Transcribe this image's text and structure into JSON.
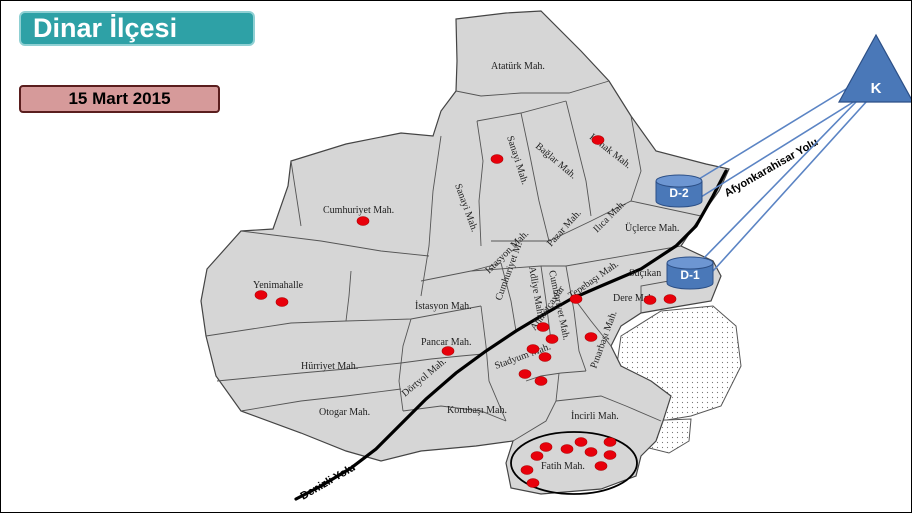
{
  "title": "Dinar İlçesi",
  "date": "15 Mart 2015",
  "neighborhoods": [
    "Atatürk Mah.",
    "Konak Mah.",
    "Sanayi Mah.",
    "Bağlar Mah.",
    "Sanayi Mah.",
    "Cumhuriyet Mah.",
    "Pazar Mah.",
    "Ilıca Mah.",
    "Üçlerce Mah.",
    "Yenimahalle",
    "Istasyon Mah.",
    "Adliye Mah.",
    "Cumhuriyet Mah.",
    "Tepebaşı Mah.",
    "Suçıkan",
    "Dere Mah.",
    "İstasyon Mah.",
    "Pancar Mah.",
    "Hürriyet Mah.",
    "Dörtyol Mah.",
    "Stadyum Mah.",
    "Pınarbaşı Mah.",
    "Otogar Mah.",
    "Korubaşı Mah.",
    "İncirli Mah.",
    "Fatih Mah.",
    "Ahmetçavlar",
    "Cumhuriyet M."
  ],
  "roads": {
    "afyon": "Afyonkarahisar Yolu",
    "denizli": "Denizli Yolu"
  },
  "tanks": [
    "D-1",
    "D-2"
  ],
  "source_label": "K",
  "colors": {
    "district_fill": "#d6d6d6",
    "title_bg": "#2ea1a6",
    "date_bg": "#d69a9a",
    "case_dot": "#e8000b",
    "tank_fill": "#4a78b8",
    "source_fill": "#4a78b8"
  }
}
